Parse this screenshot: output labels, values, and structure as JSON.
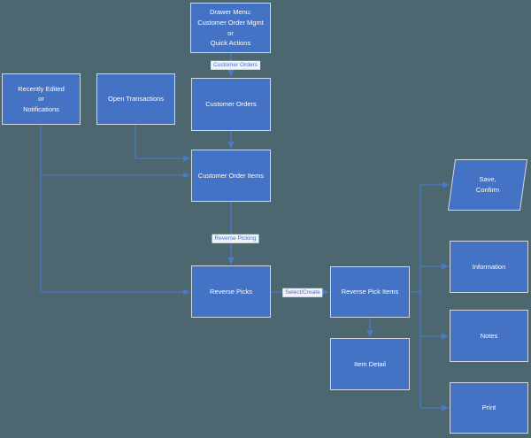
{
  "title": "Customer Order Mgmt flow diagram",
  "colors": {
    "background": "#4d6770",
    "node_fill": "#4472c4",
    "node_border": "#d3d8dc",
    "connector": "#4a79c9",
    "label_bg": "#f0f4fa",
    "label_text": "#4472c4",
    "node_text": "#ffffff"
  },
  "nodes": {
    "drawer_menu": {
      "label": "Drawer Menu:\nCustomer Order Mgmt\nor\nQuick Actions",
      "shape": "rectangle"
    },
    "recently_edited": {
      "label": "Recently Edited\nor\nNotifications",
      "shape": "rectangle"
    },
    "open_transactions": {
      "label": "Open Transactions",
      "shape": "rectangle"
    },
    "customer_orders": {
      "label": "Customer Orders",
      "shape": "rectangle"
    },
    "customer_order_items": {
      "label": "Customer Order Items",
      "shape": "rectangle"
    },
    "reverse_picks": {
      "label": "Reverse Picks",
      "shape": "rectangle"
    },
    "reverse_pick_items": {
      "label": "Reverse Pick Items",
      "shape": "rectangle"
    },
    "item_detail": {
      "label": "Item Detail",
      "shape": "rectangle"
    },
    "save_confirm": {
      "label": "Save,\nConfirm",
      "shape": "parallelogram"
    },
    "information": {
      "label": "Information",
      "shape": "rectangle"
    },
    "notes": {
      "label": "Notes",
      "shape": "rectangle"
    },
    "print": {
      "label": "Print",
      "shape": "rectangle"
    }
  },
  "edge_labels": {
    "customer_orders": "Customer Orders",
    "reverse_picking": "Reverse Picking",
    "select_create": "Select/Create"
  },
  "edges": [
    {
      "from": "Drawer Menu: Customer Order Mgmt or Quick Actions",
      "to": "Customer Orders",
      "label": "Customer Orders"
    },
    {
      "from": "Customer Orders",
      "to": "Customer Order Items",
      "label": ""
    },
    {
      "from": "Open Transactions",
      "to": "Customer Order Items",
      "label": ""
    },
    {
      "from": "Recently Edited or Notifications",
      "to": "Customer Order Items",
      "label": ""
    },
    {
      "from": "Recently Edited or Notifications",
      "to": "Reverse Picks",
      "label": ""
    },
    {
      "from": "Customer Order Items",
      "to": "Reverse Picks",
      "label": "Reverse Picking"
    },
    {
      "from": "Reverse Picks",
      "to": "Reverse Pick Items",
      "label": "Select/Create"
    },
    {
      "from": "Reverse Pick Items",
      "to": "Item Detail",
      "label": ""
    },
    {
      "from": "Reverse Pick Items",
      "to": "Save, Confirm",
      "label": ""
    },
    {
      "from": "Reverse Pick Items",
      "to": "Information",
      "label": ""
    },
    {
      "from": "Reverse Pick Items",
      "to": "Notes",
      "label": ""
    },
    {
      "from": "Reverse Pick Items",
      "to": "Print",
      "label": ""
    }
  ]
}
